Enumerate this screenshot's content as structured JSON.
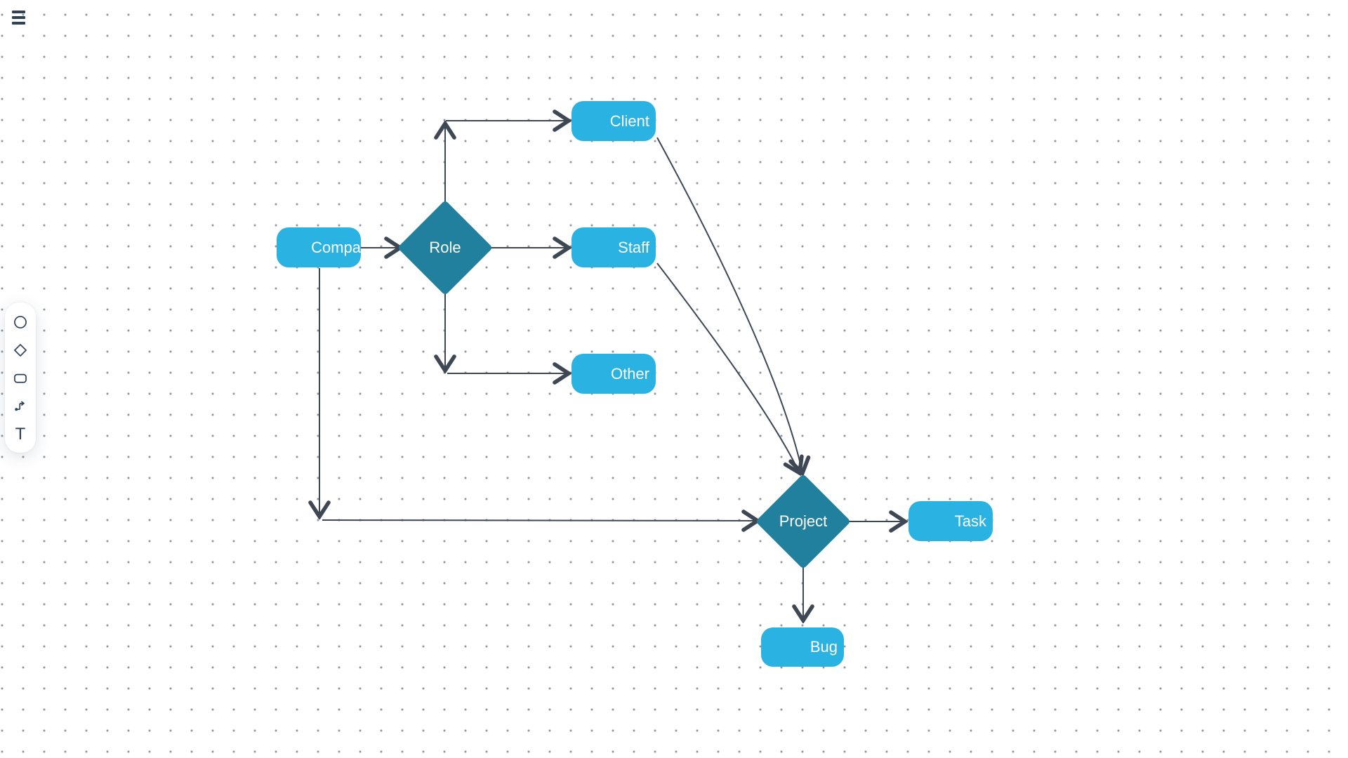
{
  "menu": {
    "icon": "hamburger-menu-icon"
  },
  "toolbar": {
    "tools": [
      {
        "id": "ellipse",
        "icon": "circle-icon"
      },
      {
        "id": "diamond",
        "icon": "diamond-icon"
      },
      {
        "id": "rectangle",
        "icon": "rectangle-icon"
      },
      {
        "id": "connector",
        "icon": "connector-arrow-icon"
      },
      {
        "id": "text",
        "icon": "text-icon",
        "glyph": "T"
      }
    ]
  },
  "diagram": {
    "nodes": {
      "company": {
        "label": "Compa",
        "shape": "rounded-rect",
        "fill": "#29b2e2",
        "note": "label clipped at node edge"
      },
      "role": {
        "label": "Role",
        "shape": "diamond",
        "fill": "#21809d"
      },
      "client": {
        "label": "Client",
        "shape": "rounded-rect",
        "fill": "#29b2e2"
      },
      "staff": {
        "label": "Staff",
        "shape": "rounded-rect",
        "fill": "#29b2e2"
      },
      "other": {
        "label": "Other",
        "shape": "rounded-rect",
        "fill": "#29b2e2"
      },
      "project": {
        "label": "Project",
        "shape": "diamond",
        "fill": "#21809d"
      },
      "task": {
        "label": "Task",
        "shape": "rounded-rect",
        "fill": "#29b2e2"
      },
      "bug": {
        "label": "Bug",
        "shape": "rounded-rect",
        "fill": "#29b2e2"
      }
    },
    "edges": [
      {
        "from": "company",
        "to": "role"
      },
      {
        "from": "role",
        "to": "client"
      },
      {
        "from": "role",
        "to": "staff"
      },
      {
        "from": "role",
        "to": "other"
      },
      {
        "from": "company",
        "to": "project"
      },
      {
        "from": "client",
        "to": "project"
      },
      {
        "from": "staff",
        "to": "project"
      },
      {
        "from": "project",
        "to": "task"
      },
      {
        "from": "project",
        "to": "bug"
      }
    ]
  },
  "colors": {
    "node_fill": "#29b2e2",
    "decision_fill": "#21809d",
    "edge_stroke": "#3e4754",
    "icon_stroke": "#2e4156",
    "grid_dot": "#8f959d",
    "background": "#ffffff"
  }
}
